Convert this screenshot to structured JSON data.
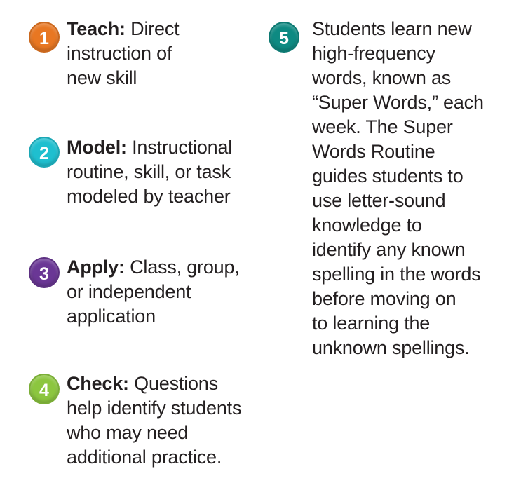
{
  "steps": [
    {
      "number": "1",
      "color": "#e87722",
      "term": "Teach:",
      "lines": [
        "Direct",
        "instruction of",
        "new skill"
      ]
    },
    {
      "number": "2",
      "color": "#1fbfcf",
      "term": "Model:",
      "lines": [
        "Instructional",
        "routine, skill, or task",
        "modeled by teacher"
      ]
    },
    {
      "number": "3",
      "color": "#6a3795",
      "term": "Apply:",
      "lines": [
        "Class, group,",
        "or independent",
        "application"
      ]
    },
    {
      "number": "4",
      "color": "#8cc63f",
      "term": "Check:",
      "lines": [
        "Questions",
        "help identify students",
        "who may need",
        "additional practice."
      ]
    },
    {
      "number": "5",
      "color": "#0e8a82",
      "term": "",
      "lines": [
        "Students learn new",
        "high-frequency",
        "words, known as",
        "“Super Words,” each",
        "week. The Super",
        "Words Routine",
        "guides students to",
        "use letter-sound",
        "knowledge to",
        "identify any known",
        "spelling in the words",
        "before moving on",
        "to learning the",
        "unknown spellings."
      ]
    }
  ]
}
